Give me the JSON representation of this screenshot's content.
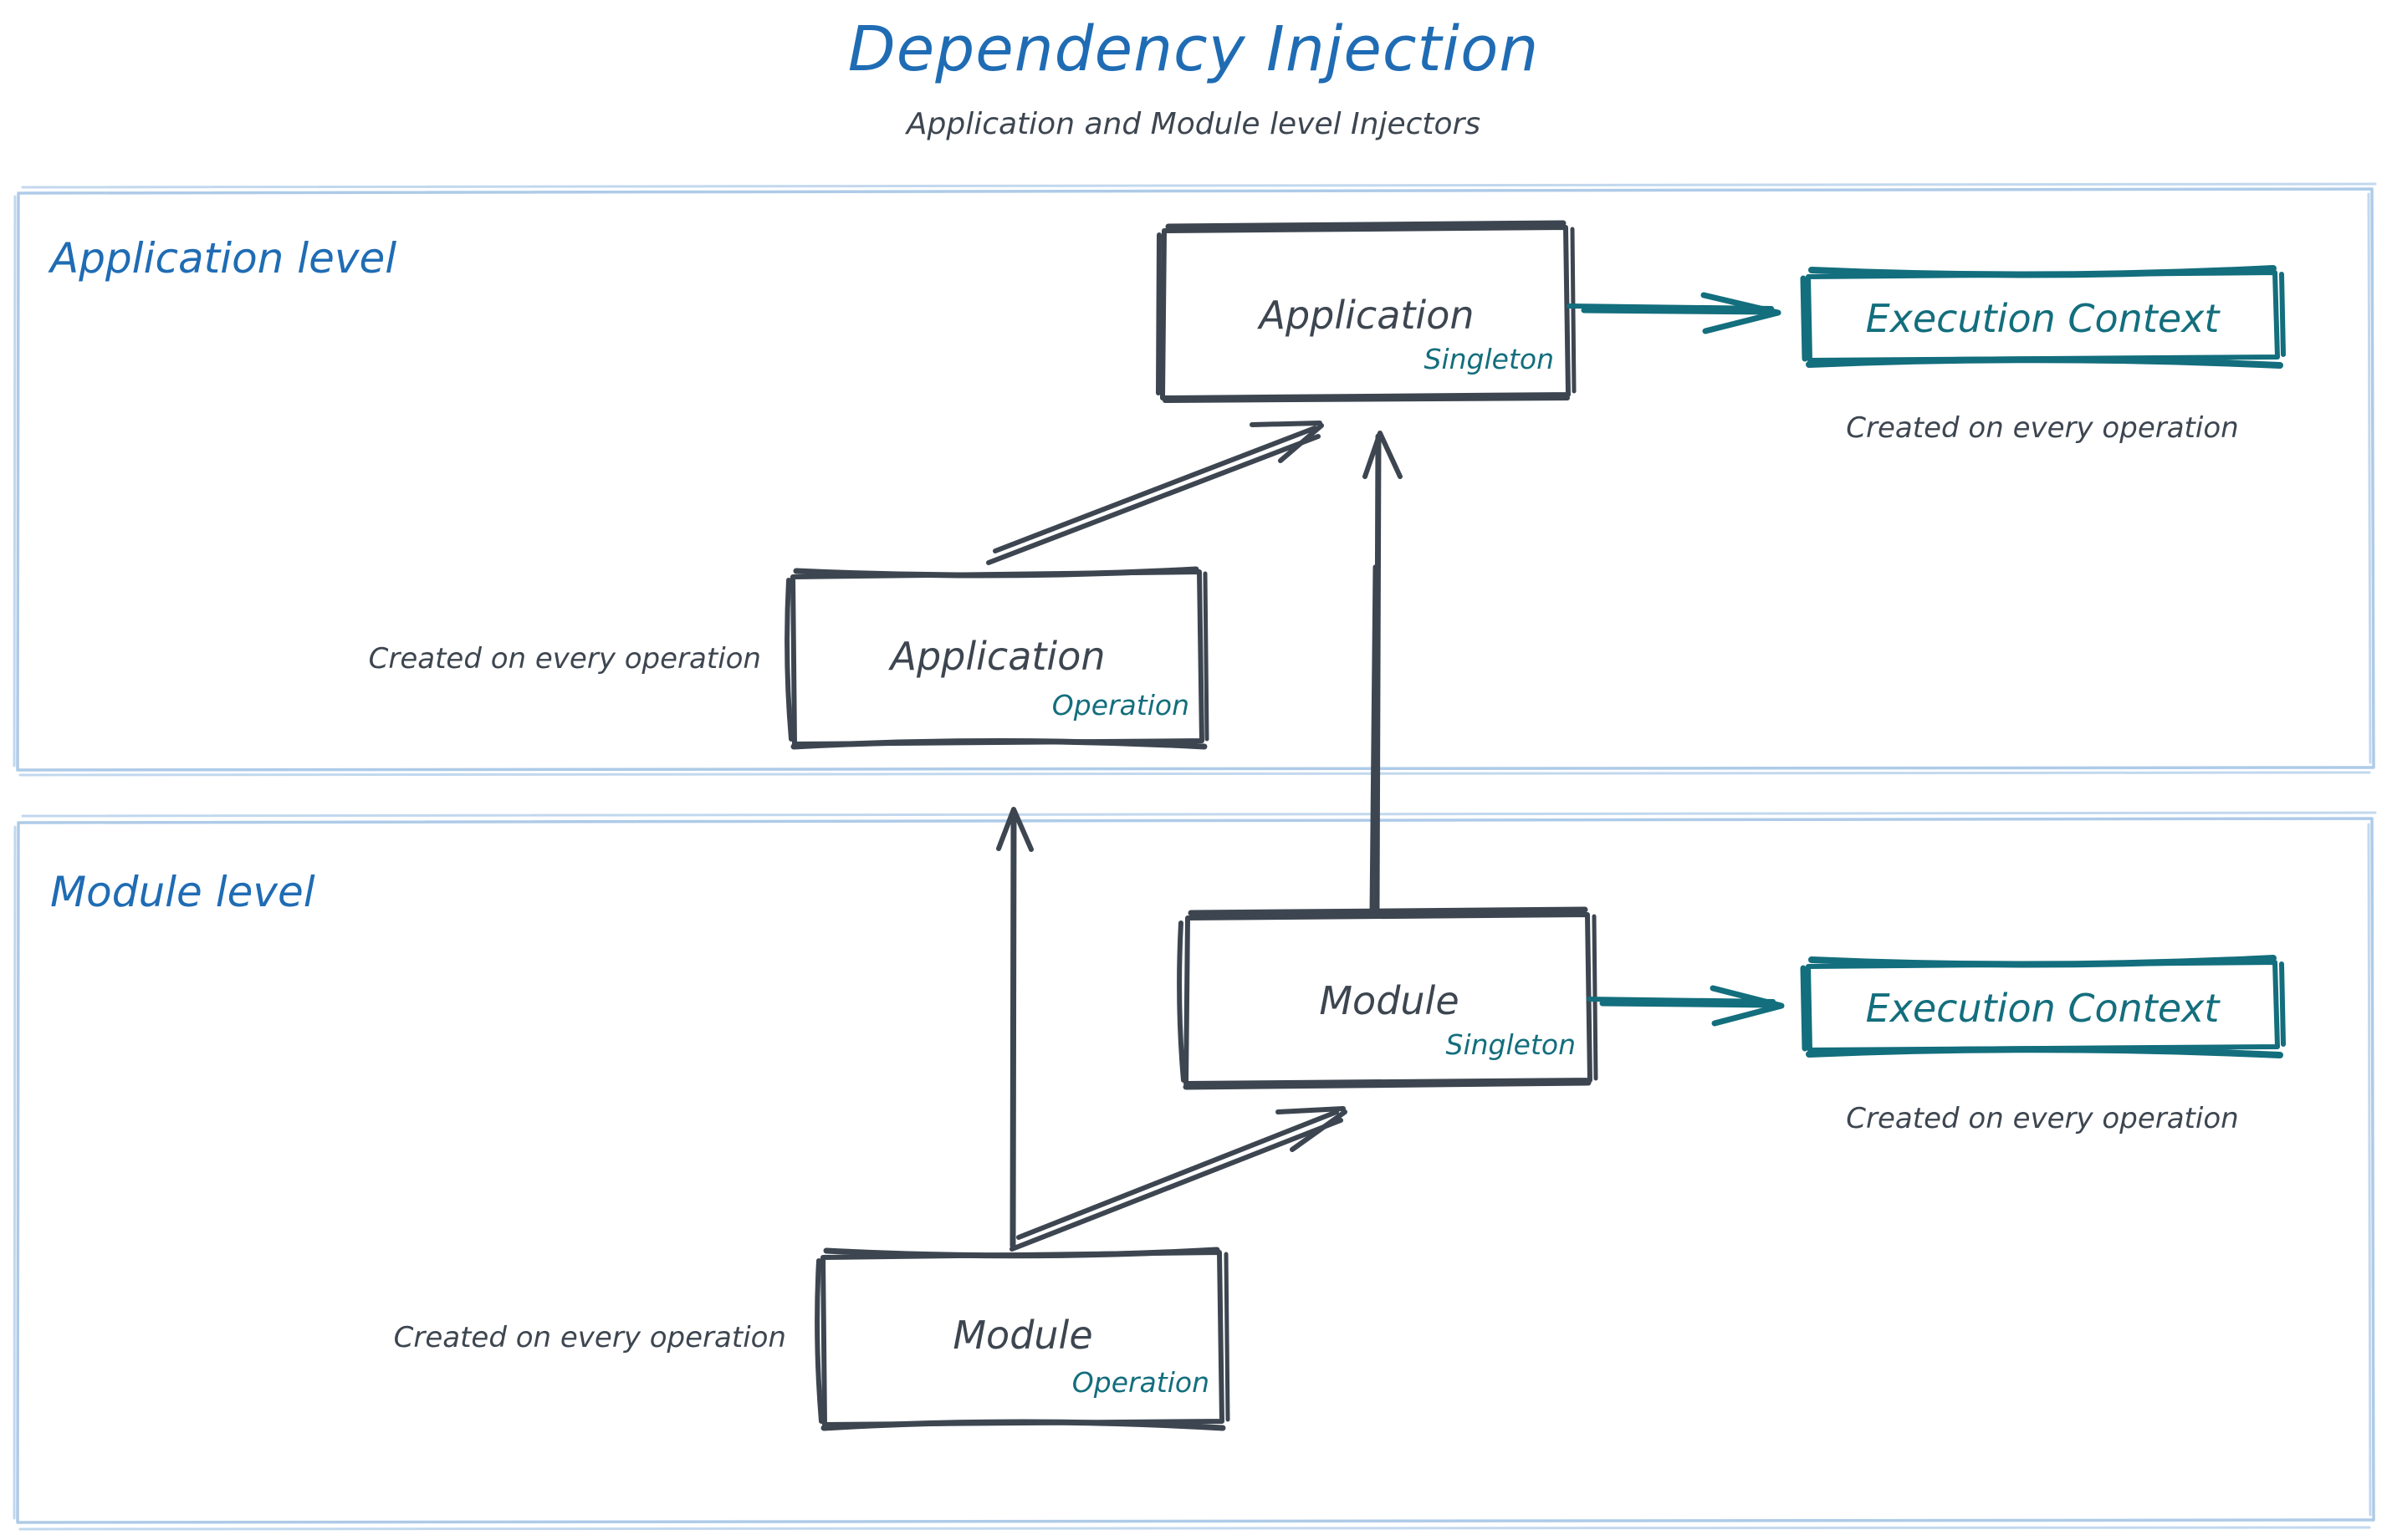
{
  "header": {
    "title": "Dependency Injection",
    "subtitle": "Application and Module level Injectors"
  },
  "colors": {
    "title_blue": "#1f6cb4",
    "lane_border": "#aecbe8",
    "node_stroke": "#3d4650",
    "teal": "#136e7d",
    "text_dark": "#3d4650",
    "background": "#ffffff"
  },
  "lanes": [
    {
      "id": "application-level",
      "label": "Application level",
      "nodes": [
        {
          "id": "application-singleton",
          "title": "Application",
          "scope": "Singleton"
        },
        {
          "id": "application-operation",
          "title": "Application",
          "scope": "Operation",
          "caption": "Created on every operation"
        },
        {
          "id": "application-execution-context",
          "title": "Execution Context",
          "caption": "Created on every operation"
        }
      ]
    },
    {
      "id": "module-level",
      "label": "Module level",
      "nodes": [
        {
          "id": "module-singleton",
          "title": "Module",
          "scope": "Singleton"
        },
        {
          "id": "module-operation",
          "title": "Module",
          "scope": "Operation",
          "caption": "Created on every operation"
        },
        {
          "id": "module-execution-context",
          "title": "Execution Context",
          "caption": "Created on every operation"
        }
      ]
    }
  ],
  "edges": [
    {
      "id": "app-op-to-app-singleton",
      "from": "application-operation",
      "to": "application-singleton",
      "style": "diagonal",
      "color": "#3d4650"
    },
    {
      "id": "module-singleton-to-app-singleton",
      "from": "module-singleton",
      "to": "application-singleton",
      "style": "vertical",
      "color": "#3d4650"
    },
    {
      "id": "module-op-to-app-op",
      "from": "module-operation",
      "to": "application-operation",
      "style": "vertical",
      "color": "#3d4650"
    },
    {
      "id": "module-op-to-module-singleton",
      "from": "module-operation",
      "to": "module-singleton",
      "style": "diagonal",
      "color": "#3d4650"
    },
    {
      "id": "app-singleton-to-exec-context",
      "from": "application-singleton",
      "to": "application-execution-context",
      "style": "horizontal",
      "color": "#136e7d"
    },
    {
      "id": "module-singleton-to-exec-context",
      "from": "module-singleton",
      "to": "module-execution-context",
      "style": "horizontal",
      "color": "#136e7d"
    }
  ]
}
